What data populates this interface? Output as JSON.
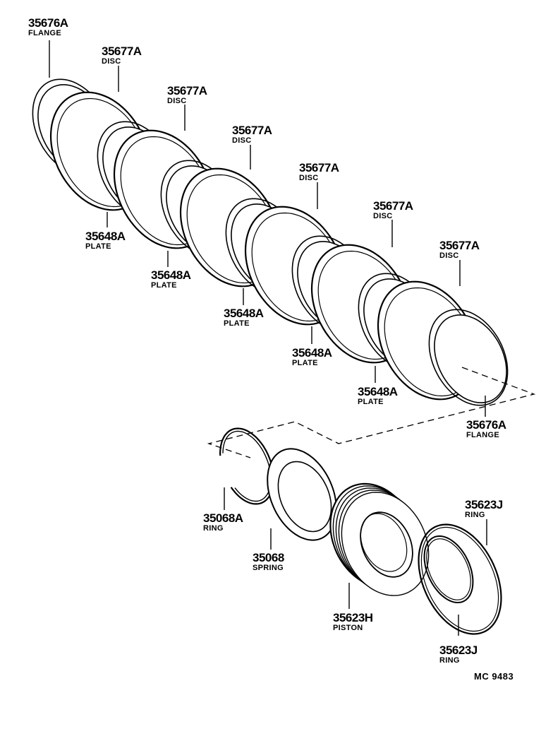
{
  "diagram_code": "MC 9483",
  "parts": [
    {
      "id": "flange_top",
      "number": "35676A",
      "name": "FLANGE"
    },
    {
      "id": "disc_1",
      "number": "35677A",
      "name": "DISC"
    },
    {
      "id": "disc_2",
      "number": "35677A",
      "name": "DISC"
    },
    {
      "id": "disc_3",
      "number": "35677A",
      "name": "DISC"
    },
    {
      "id": "disc_4",
      "number": "35677A",
      "name": "DISC"
    },
    {
      "id": "disc_5",
      "number": "35677A",
      "name": "DISC"
    },
    {
      "id": "disc_6",
      "number": "35677A",
      "name": "DISC"
    },
    {
      "id": "plate_1",
      "number": "35648A",
      "name": "PLATE"
    },
    {
      "id": "plate_2",
      "number": "35648A",
      "name": "PLATE"
    },
    {
      "id": "plate_3",
      "number": "35648A",
      "name": "PLATE"
    },
    {
      "id": "plate_4",
      "number": "35648A",
      "name": "PLATE"
    },
    {
      "id": "plate_5",
      "number": "35648A",
      "name": "PLATE"
    },
    {
      "id": "flange_bottom",
      "number": "35676A",
      "name": "FLANGE"
    },
    {
      "id": "snap_ring",
      "number": "35068A",
      "name": "RING"
    },
    {
      "id": "spring",
      "number": "35068",
      "name": "SPRING"
    },
    {
      "id": "piston",
      "number": "35623H",
      "name": "PISTON"
    },
    {
      "id": "ring_outer",
      "number": "35623J",
      "name": "RING"
    },
    {
      "id": "ring_inner",
      "number": "35623J",
      "name": "RING"
    }
  ]
}
